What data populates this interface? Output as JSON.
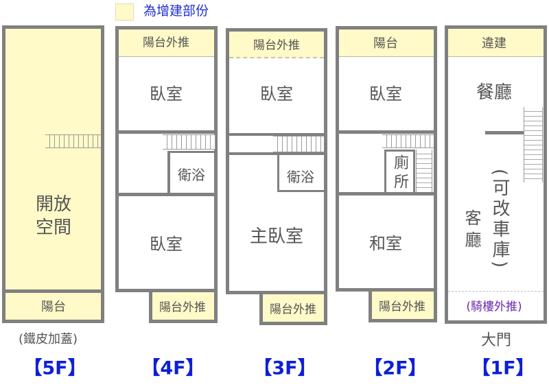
{
  "legend": {
    "label": "為增建部份",
    "swatch_color": "#fffac8",
    "text_color": "#2030d0"
  },
  "colors": {
    "wall": "#808080",
    "addition_fill": "#fffac8",
    "floor_label": "#0d1fd6",
    "arcade_note": "#6a2bb0",
    "room_text": "#555555"
  },
  "floors": [
    {
      "id": "5F",
      "label": "【5F】",
      "note": "(鐵皮加蓋)",
      "rooms": {
        "open_space": "開放空間",
        "balcony": "陽台"
      },
      "icons": {
        "stairs": "stairs-icon"
      }
    },
    {
      "id": "4F",
      "label": "【4F】",
      "rooms": {
        "front_balcony": "陽台外推",
        "bedroom_front": "臥室",
        "bathroom": "衛浴",
        "bedroom_rear": "臥室",
        "rear_balcony": "陽台外推"
      },
      "icons": {
        "stairs": "stairs-icon"
      }
    },
    {
      "id": "3F",
      "label": "【3F】",
      "rooms": {
        "front_balcony": "陽台外推",
        "bedroom_front": "臥室",
        "bathroom": "衛浴",
        "master_bedroom": "主臥室",
        "rear_balcony": "陽台外推"
      },
      "icons": {
        "stairs": "stairs-icon"
      }
    },
    {
      "id": "2F",
      "label": "【2F】",
      "rooms": {
        "front_balcony": "陽台",
        "bedroom_front": "臥室",
        "toilet": "廁所",
        "japanese_room": "和室",
        "rear_balcony": "陽台外推"
      },
      "icons": {
        "stairs": "stairs-icon"
      }
    },
    {
      "id": "1F",
      "label": "【1F】",
      "note": "大門",
      "rooms": {
        "illegal_addition": "違建",
        "dining_room": "餐廳",
        "living_room": "客廳",
        "garage_note": "(可改車庫)",
        "arcade_note": "(騎樓外推)"
      },
      "icons": {
        "stairs": "stairs-icon"
      }
    }
  ]
}
